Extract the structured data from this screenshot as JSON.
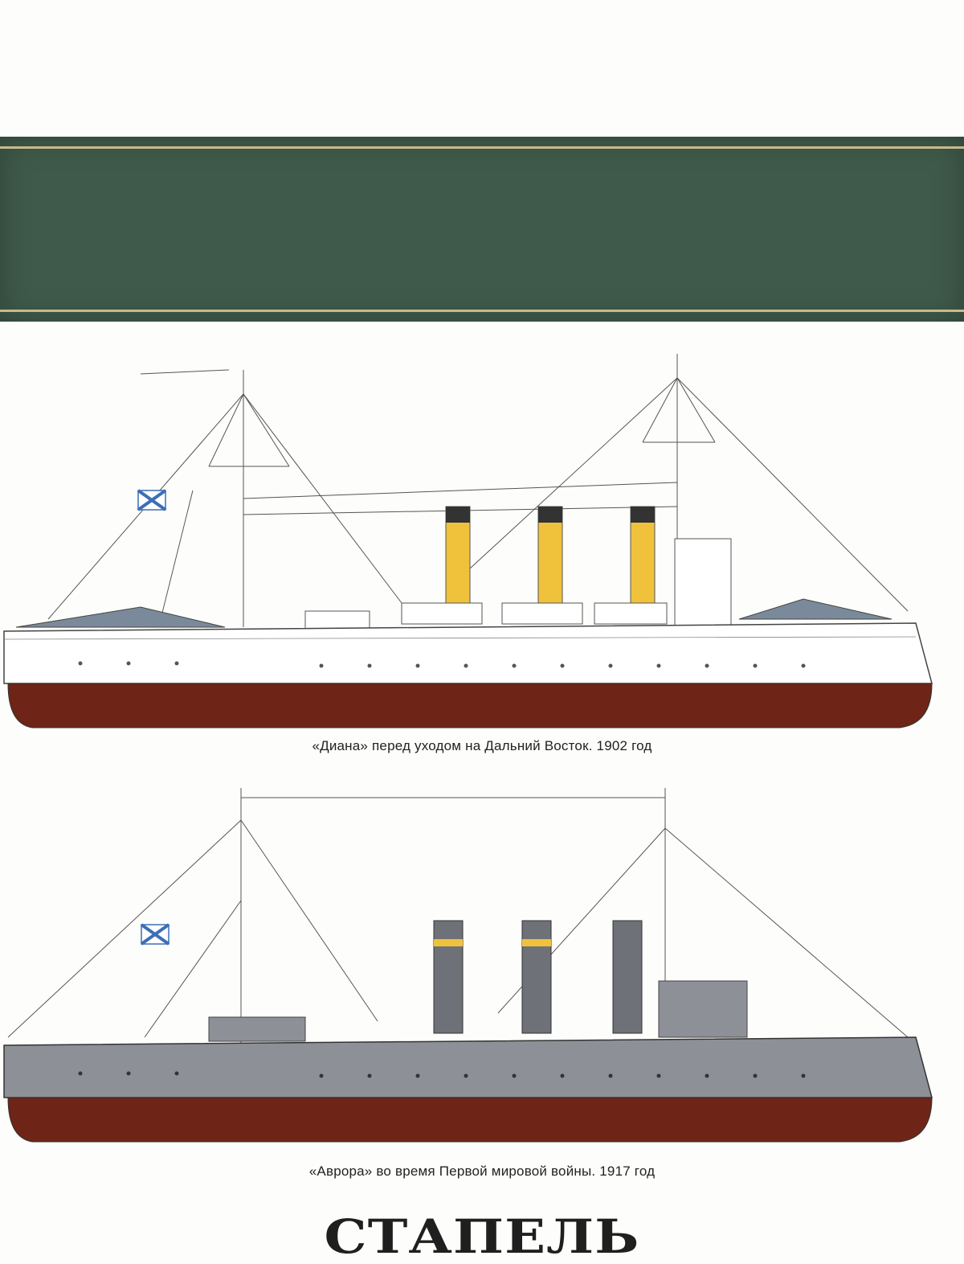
{
  "captions": {
    "diana": "«Диана» перед уходом на Дальний Восток. 1902 год",
    "aurora": "«Аврора» во время Первой мировой войны. 1917 год"
  },
  "logo": "СТАПЕЛЬ",
  "colors": {
    "banner": "#3f5a4a",
    "banner_stripe": "#c9b98a",
    "hull_red": "#6e2417",
    "diana_hull": "#ffffff",
    "diana_funnel": "#f0c23c",
    "aurora_hull": "#8e9098",
    "aurora_funnel_band": "#f0c23c"
  }
}
